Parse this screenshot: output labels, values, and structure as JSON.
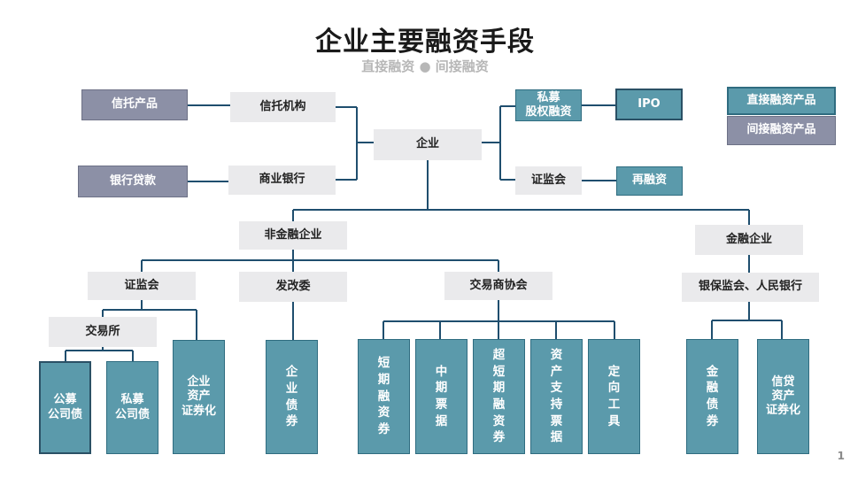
{
  "title": "企业主要融资手段",
  "subtitle": "直接融资 ● 间接融资",
  "page_number": "1",
  "colors": {
    "direct_product": "#5b9aab",
    "indirect_product": "#8c90a6",
    "label_box": "#eaeaec",
    "connector": "#1f4e6e"
  },
  "legend": {
    "direct": "直接融资产品",
    "indirect": "间接融资产品"
  },
  "nodes": {
    "enterprise": "企业",
    "trust_institution": "信托机构",
    "trust_product": "信托产品",
    "commercial_bank": "商业银行",
    "bank_loan": "银行贷款",
    "private_equity": "私募\n股权融资",
    "ipo": "IPO",
    "csrc_top": "证监会",
    "refinancing": "再融资",
    "non_financial": "非金融企业",
    "financial": "金融企业",
    "csrc": "证监会",
    "ndrc": "发改委",
    "nafmii": "交易商协会",
    "cbirc_pboc": "银保监会、人民银行",
    "exchange": "交易所",
    "public_bond": "公募\n公司债",
    "private_bond": "私募\n公司债",
    "enterprise_abs": "企业\n资产\n证券化",
    "enterprise_bond": "企\n业\n债\n券",
    "short_term": "短\n期\n融\n资\n券",
    "medium_term": "中\n期\n票\n据",
    "super_short": "超\n短\n期\n融\n资\n券",
    "abn": "资\n产\n支\n持\n票\n据",
    "directional": "定\n向\n工\n具",
    "financial_bond": "金\n融\n债\n券",
    "credit_abs": "信贷\n资产\n证券化"
  }
}
